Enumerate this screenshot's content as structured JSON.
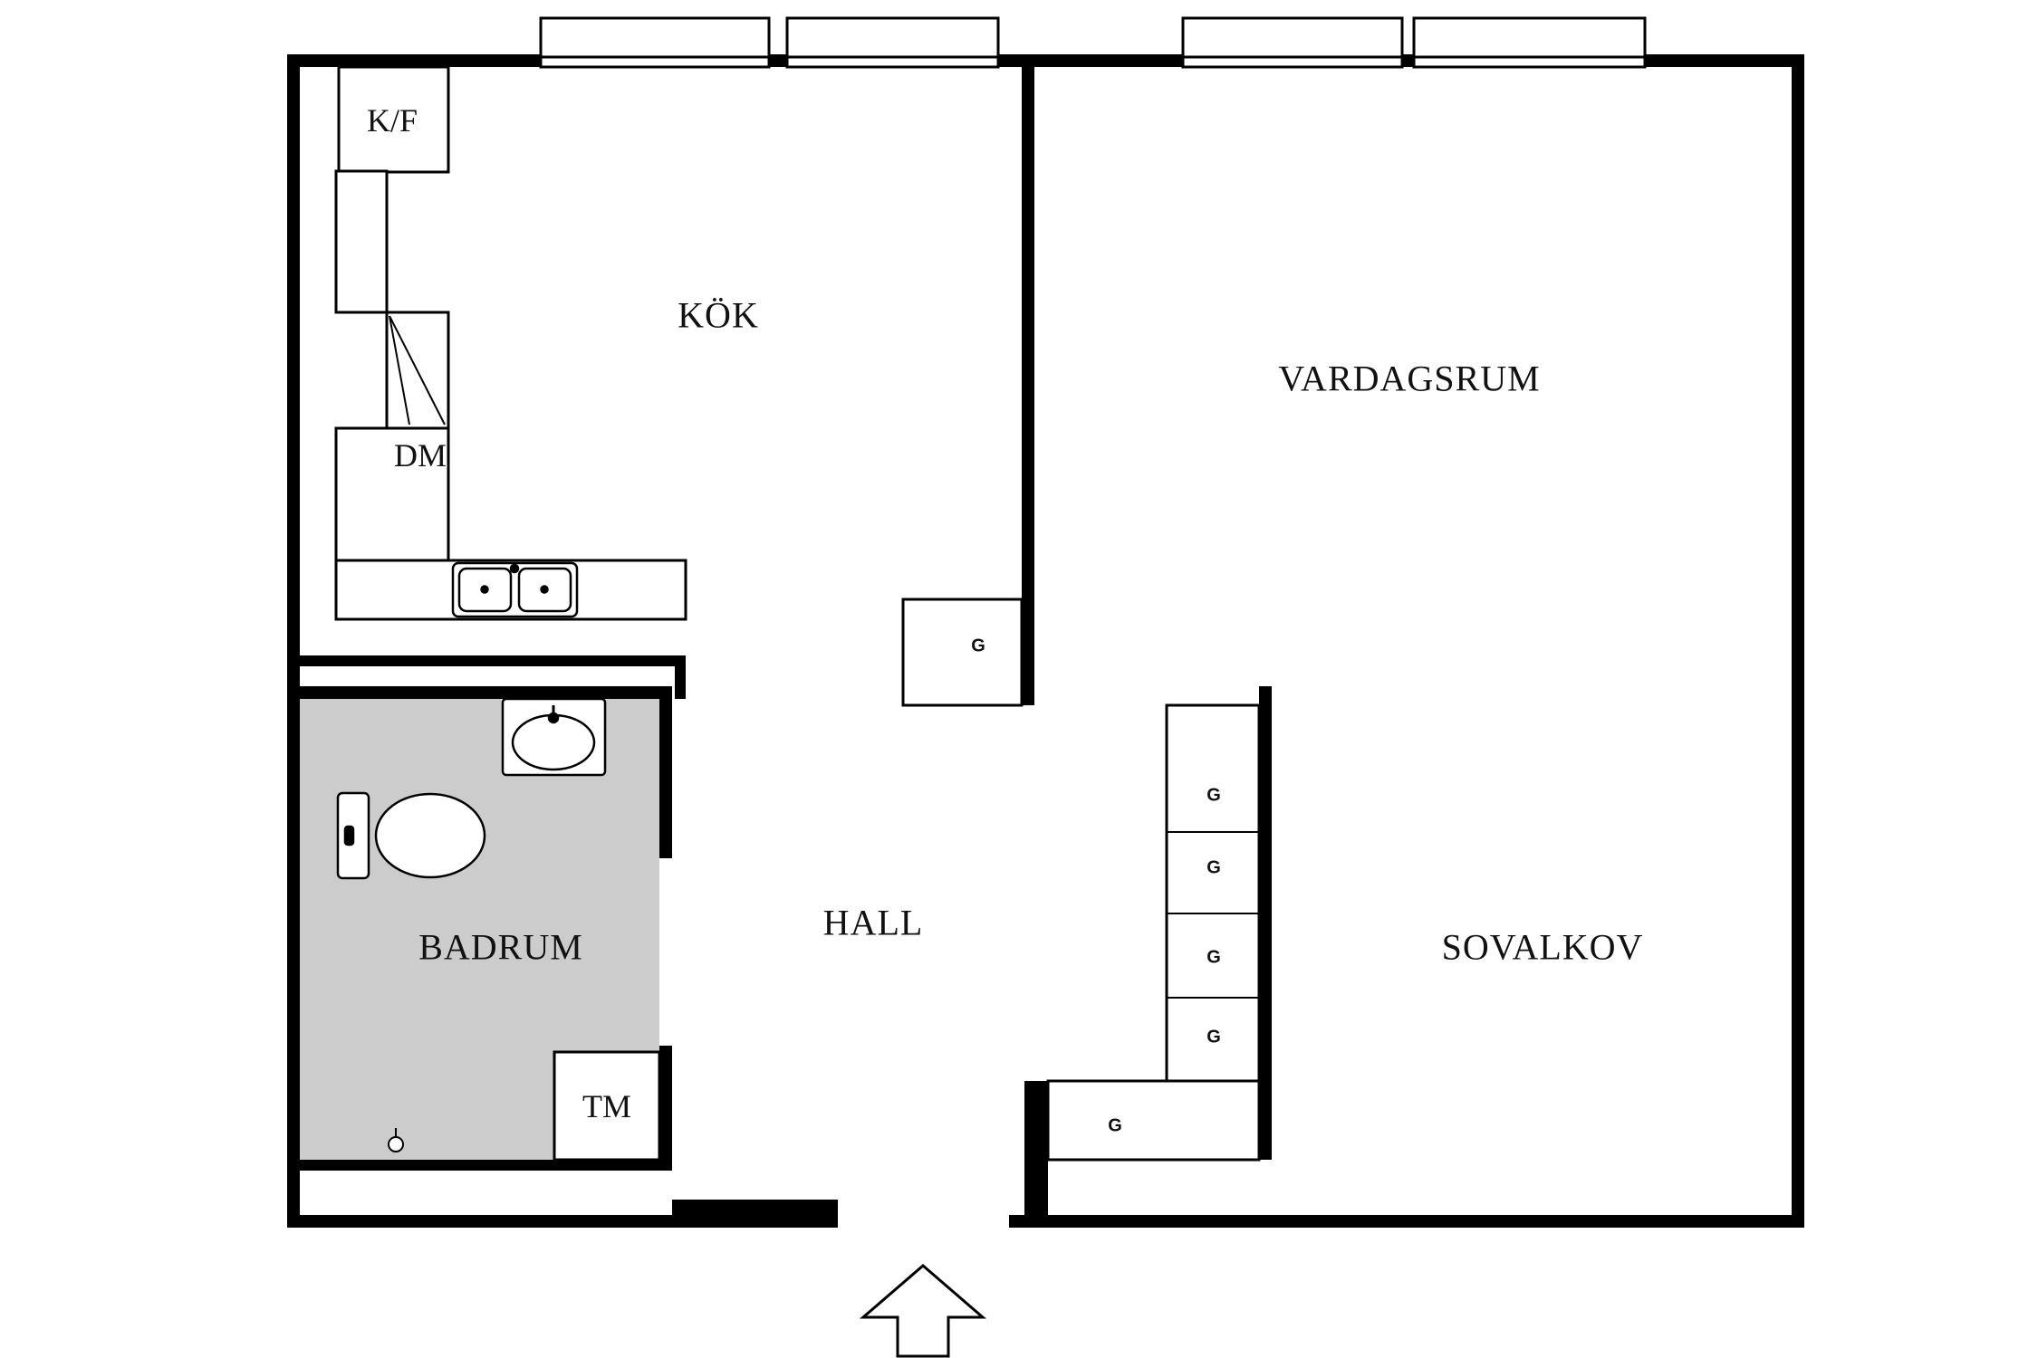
{
  "plan": {
    "background_color": "#ffffff",
    "wall_color": "#000000",
    "bathroom_floor_color": "#cccccc",
    "rooms": {
      "kitchen": "KÖK",
      "living_room": "VARDAGSRUM",
      "hall": "HALL",
      "bathroom": "BADRUM",
      "sleeping_alcove": "SOVALKOV"
    },
    "appliances": {
      "fridge_freezer": "K/F",
      "dishwasher": "DM",
      "washing_machine": "TM"
    },
    "wardrobe": "G"
  }
}
